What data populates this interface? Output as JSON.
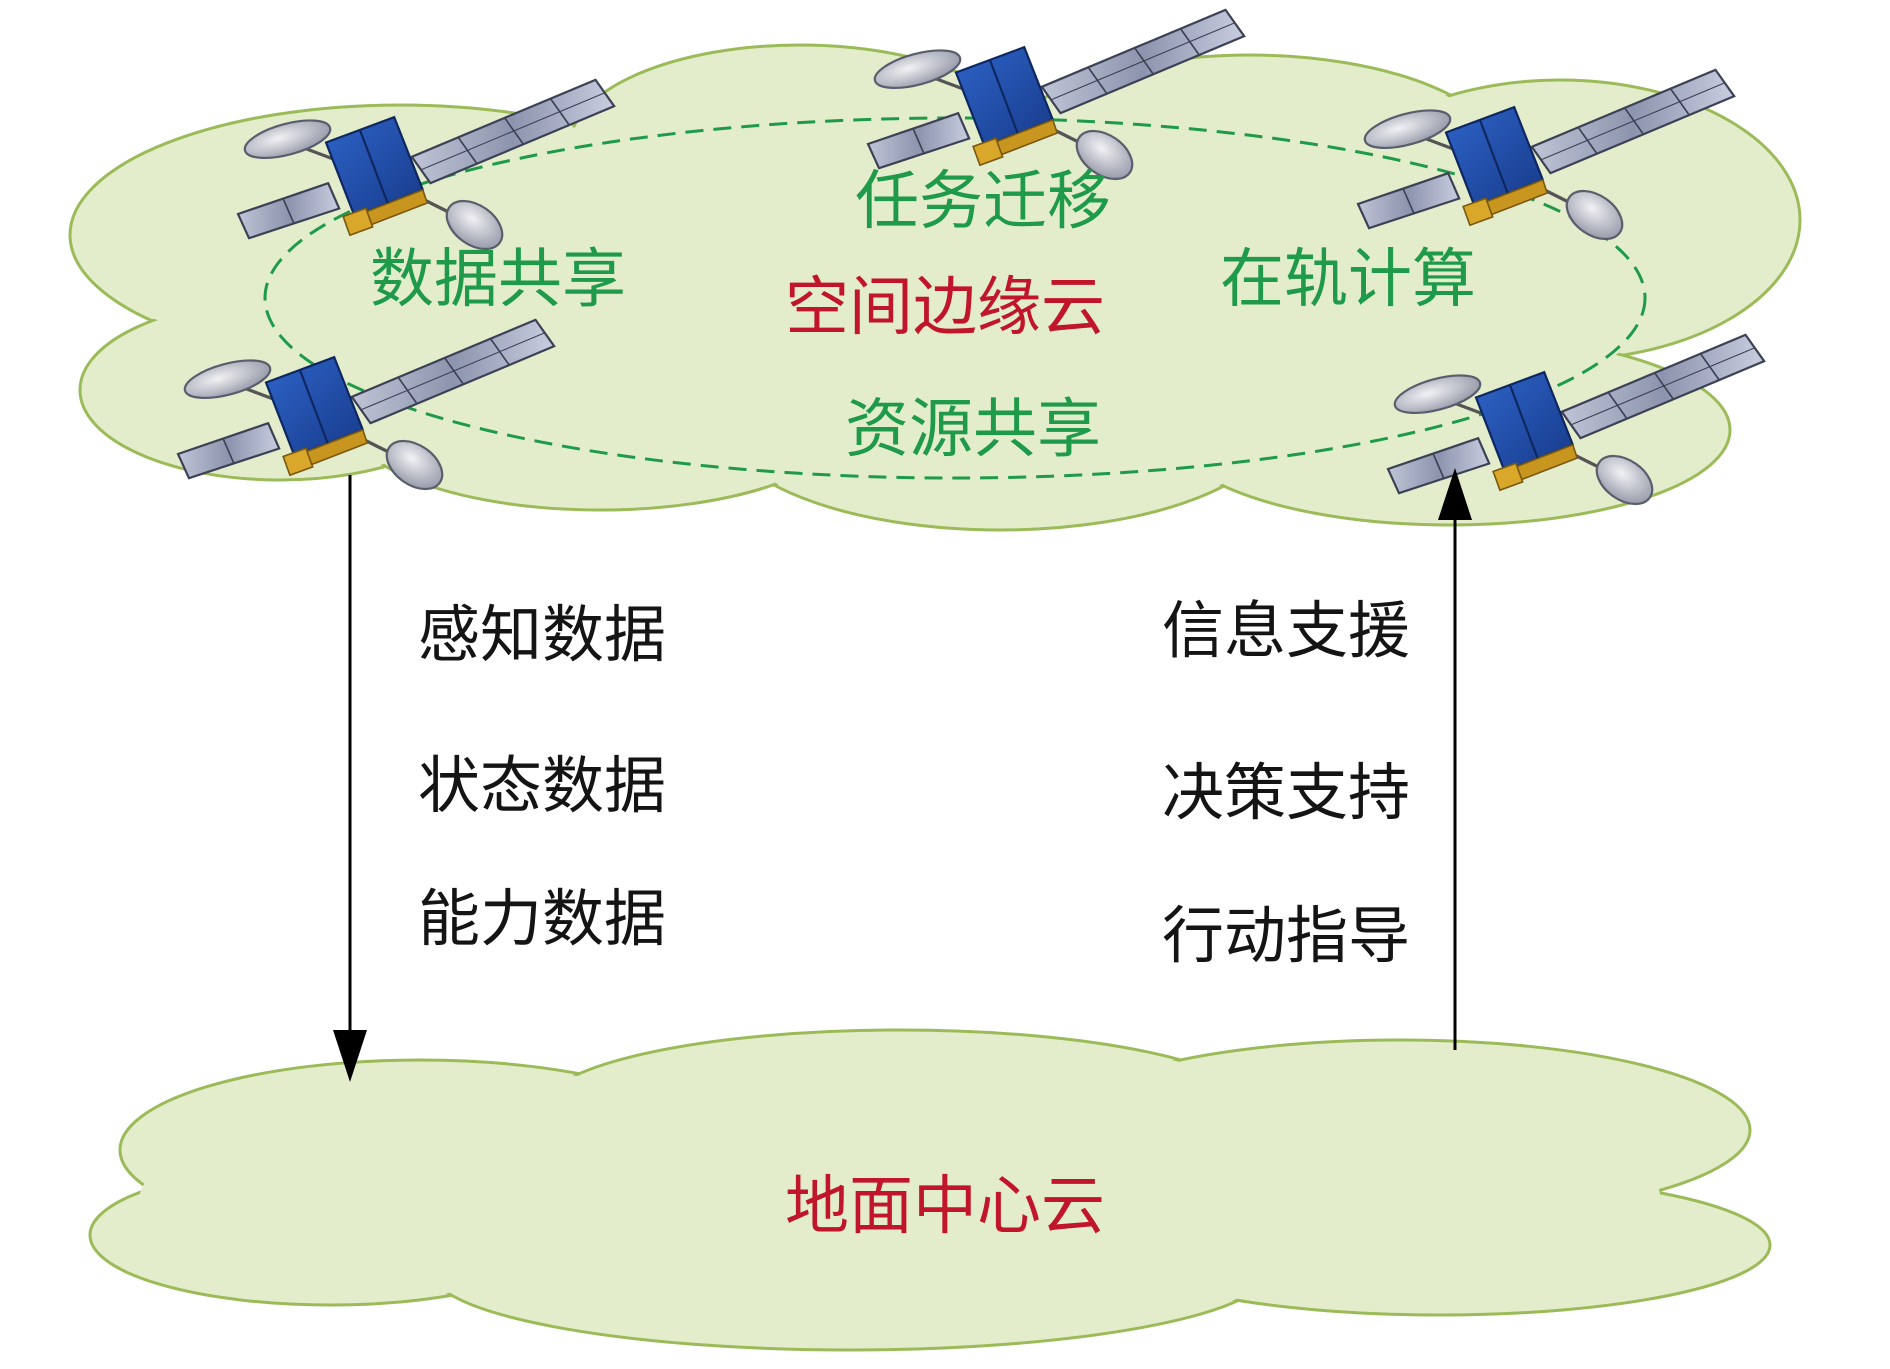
{
  "space_cloud": {
    "title": "空间边缘云",
    "functions": {
      "task_migration": "任务迁移",
      "data_sharing": "数据共享",
      "on_orbit_computing": "在轨计算",
      "resource_sharing": "资源共享"
    }
  },
  "ground_cloud": {
    "title": "地面中心云"
  },
  "downlink": {
    "items": [
      "感知数据",
      "状态数据",
      "能力数据"
    ]
  },
  "uplink": {
    "items": [
      "信息支援",
      "决策支持",
      "行动指导"
    ]
  },
  "colors": {
    "cloud_fill": "#e4edcb",
    "cloud_stroke": "#9bbb59",
    "ring": "#1e9a4a",
    "function_text": "#1e9a4a",
    "cloud_title": "#c0152a",
    "flow_text": "#141414"
  }
}
